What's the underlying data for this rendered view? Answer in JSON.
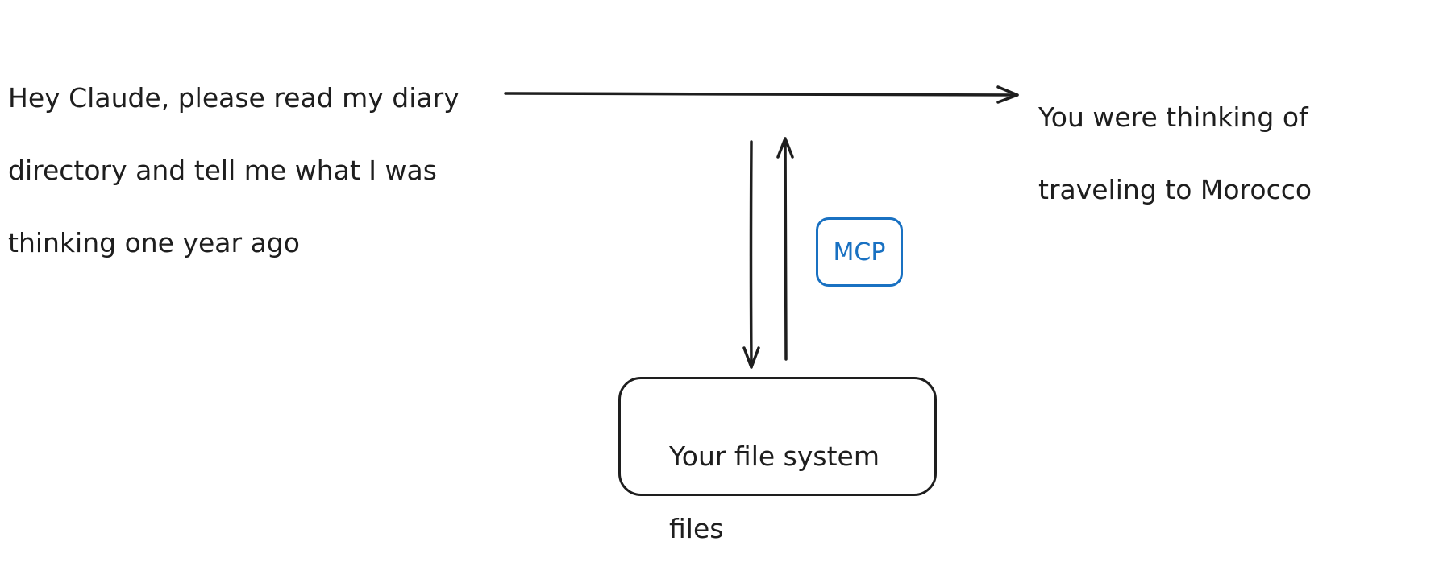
{
  "prompt": {
    "lines": [
      "Hey Claude, please read my diary",
      "directory and tell me what I was",
      "thinking one year ago"
    ]
  },
  "response": {
    "lines": [
      "You were thinking of",
      "traveling to Morocco"
    ]
  },
  "mcp": {
    "label": "MCP"
  },
  "files": {
    "lines": [
      "Your file system",
      "files"
    ]
  },
  "colors": {
    "stroke": "#1e1e1e",
    "mcp": "#1971c2",
    "background": "#ffffff"
  }
}
